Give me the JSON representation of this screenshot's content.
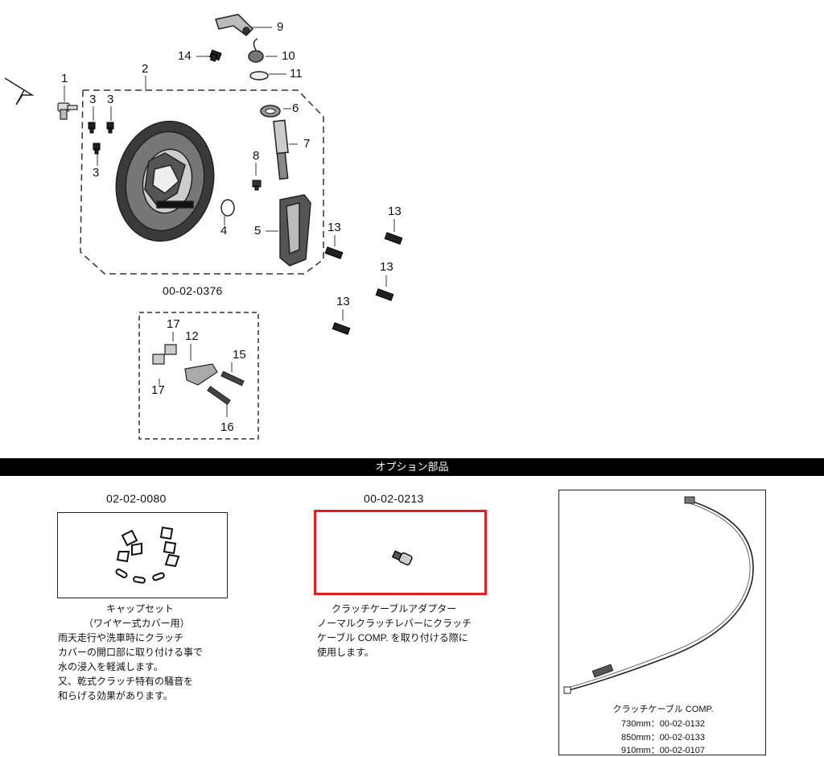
{
  "main_diagram": {
    "part_numbers": [
      "1",
      "2",
      "3",
      "3",
      "3",
      "4",
      "5",
      "6",
      "7",
      "8",
      "9",
      "10",
      "11",
      "12",
      "13",
      "13",
      "13",
      "13",
      "14",
      "15",
      "16",
      "17",
      "17"
    ],
    "kit_code": "00-02-0376"
  },
  "options_bar": {
    "title": "オプション部品"
  },
  "option_cap_set": {
    "code": "02-02-0080",
    "name": "キャップセット",
    "subtitle": "（ワイヤー式カバー用）",
    "desc_lines": [
      "雨天走行や洗車時にクラッチ",
      "カバーの開口部に取り付ける事で",
      "水の浸入を軽減します。",
      "又、乾式クラッチ特有の騒音を",
      "和らげる効果があります。"
    ]
  },
  "option_adapter": {
    "code": "00-02-0213",
    "name": "クラッチケーブルアダプター",
    "desc_lines": [
      "ノーマルクラッチレバーにクラッチ",
      "ケーブル COMP. を取り付ける際に",
      "使用します。"
    ],
    "highlight_color": "#e02020"
  },
  "option_cable": {
    "name": "クラッチケーブル COMP.",
    "variants": [
      "730mm：00-02-0132",
      "850mm：00-02-0133",
      "910mm：00-02-0107"
    ]
  }
}
